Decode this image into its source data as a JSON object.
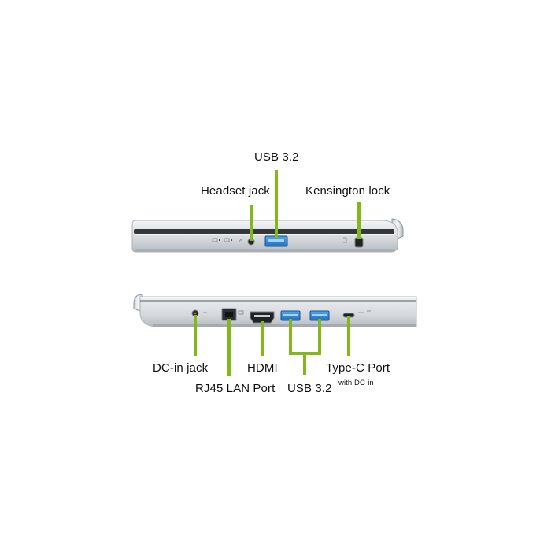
{
  "figure": {
    "top_view": {
      "labels": {
        "usb": "USB 3.2",
        "headset": "Headset jack",
        "kensington": "Kensington lock"
      }
    },
    "bottom_view": {
      "labels": {
        "dc_in": "DC-in jack",
        "rj45": "RJ45 LAN Port",
        "hdmi": "HDMI",
        "usb": "USB 3.2",
        "type_c": "Type-C Port",
        "type_c_sub": "with DC-in"
      }
    },
    "colors": {
      "accent": "#83b81a",
      "usb_blue": "#2a84d1",
      "chassis_light": "#e6e9ec",
      "chassis_mid": "#c9ced3",
      "chassis_dark": "#8b9197"
    }
  }
}
